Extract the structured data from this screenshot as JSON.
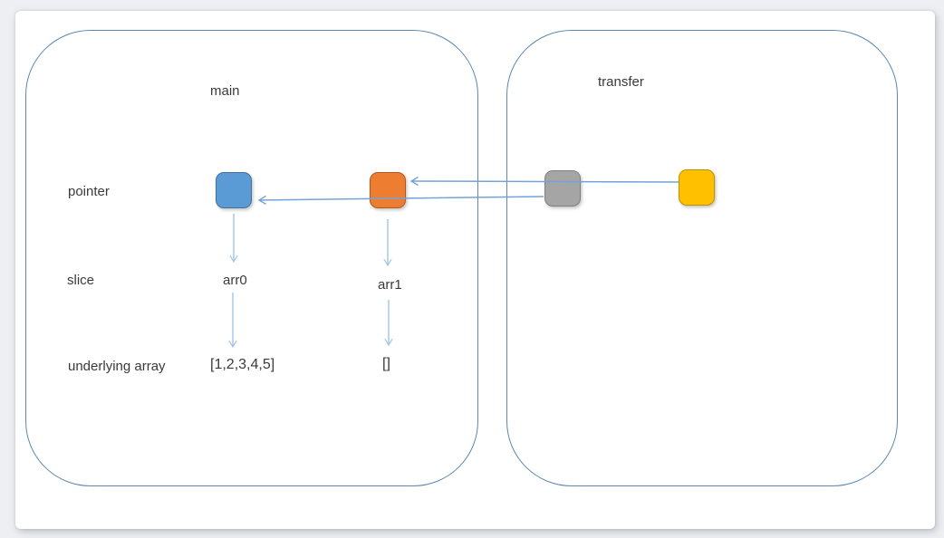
{
  "diagram": {
    "frames": [
      {
        "label": "main"
      },
      {
        "label": "transfer"
      }
    ],
    "row_labels": [
      {
        "label": "pointer"
      },
      {
        "label": "slice"
      },
      {
        "label": "underlying array"
      }
    ],
    "pointer_blocks": [
      {
        "name": "blue",
        "fill": "#5b9bd5",
        "border": "#41719c"
      },
      {
        "name": "orange",
        "fill": "#ed7d31",
        "border": "#ae5a21"
      },
      {
        "name": "gray",
        "fill": "#a5a5a5",
        "border": "#7f7f7f"
      },
      {
        "name": "yellow",
        "fill": "#ffc000",
        "border": "#bf9000"
      }
    ],
    "slice_labels": [
      {
        "label": "arr0"
      },
      {
        "label": "arr1"
      }
    ],
    "array_values": [
      {
        "label": "[1,2,3,4,5]"
      },
      {
        "label": "[]"
      }
    ],
    "colors": {
      "page_bg": "#edeff2",
      "card_bg": "#ffffff",
      "frame_border": "#5b87b0",
      "arrow_horizontal": "#74a3d6",
      "arrow_vertical": "#9fc4e7",
      "text": "#3a3a3a"
    }
  }
}
